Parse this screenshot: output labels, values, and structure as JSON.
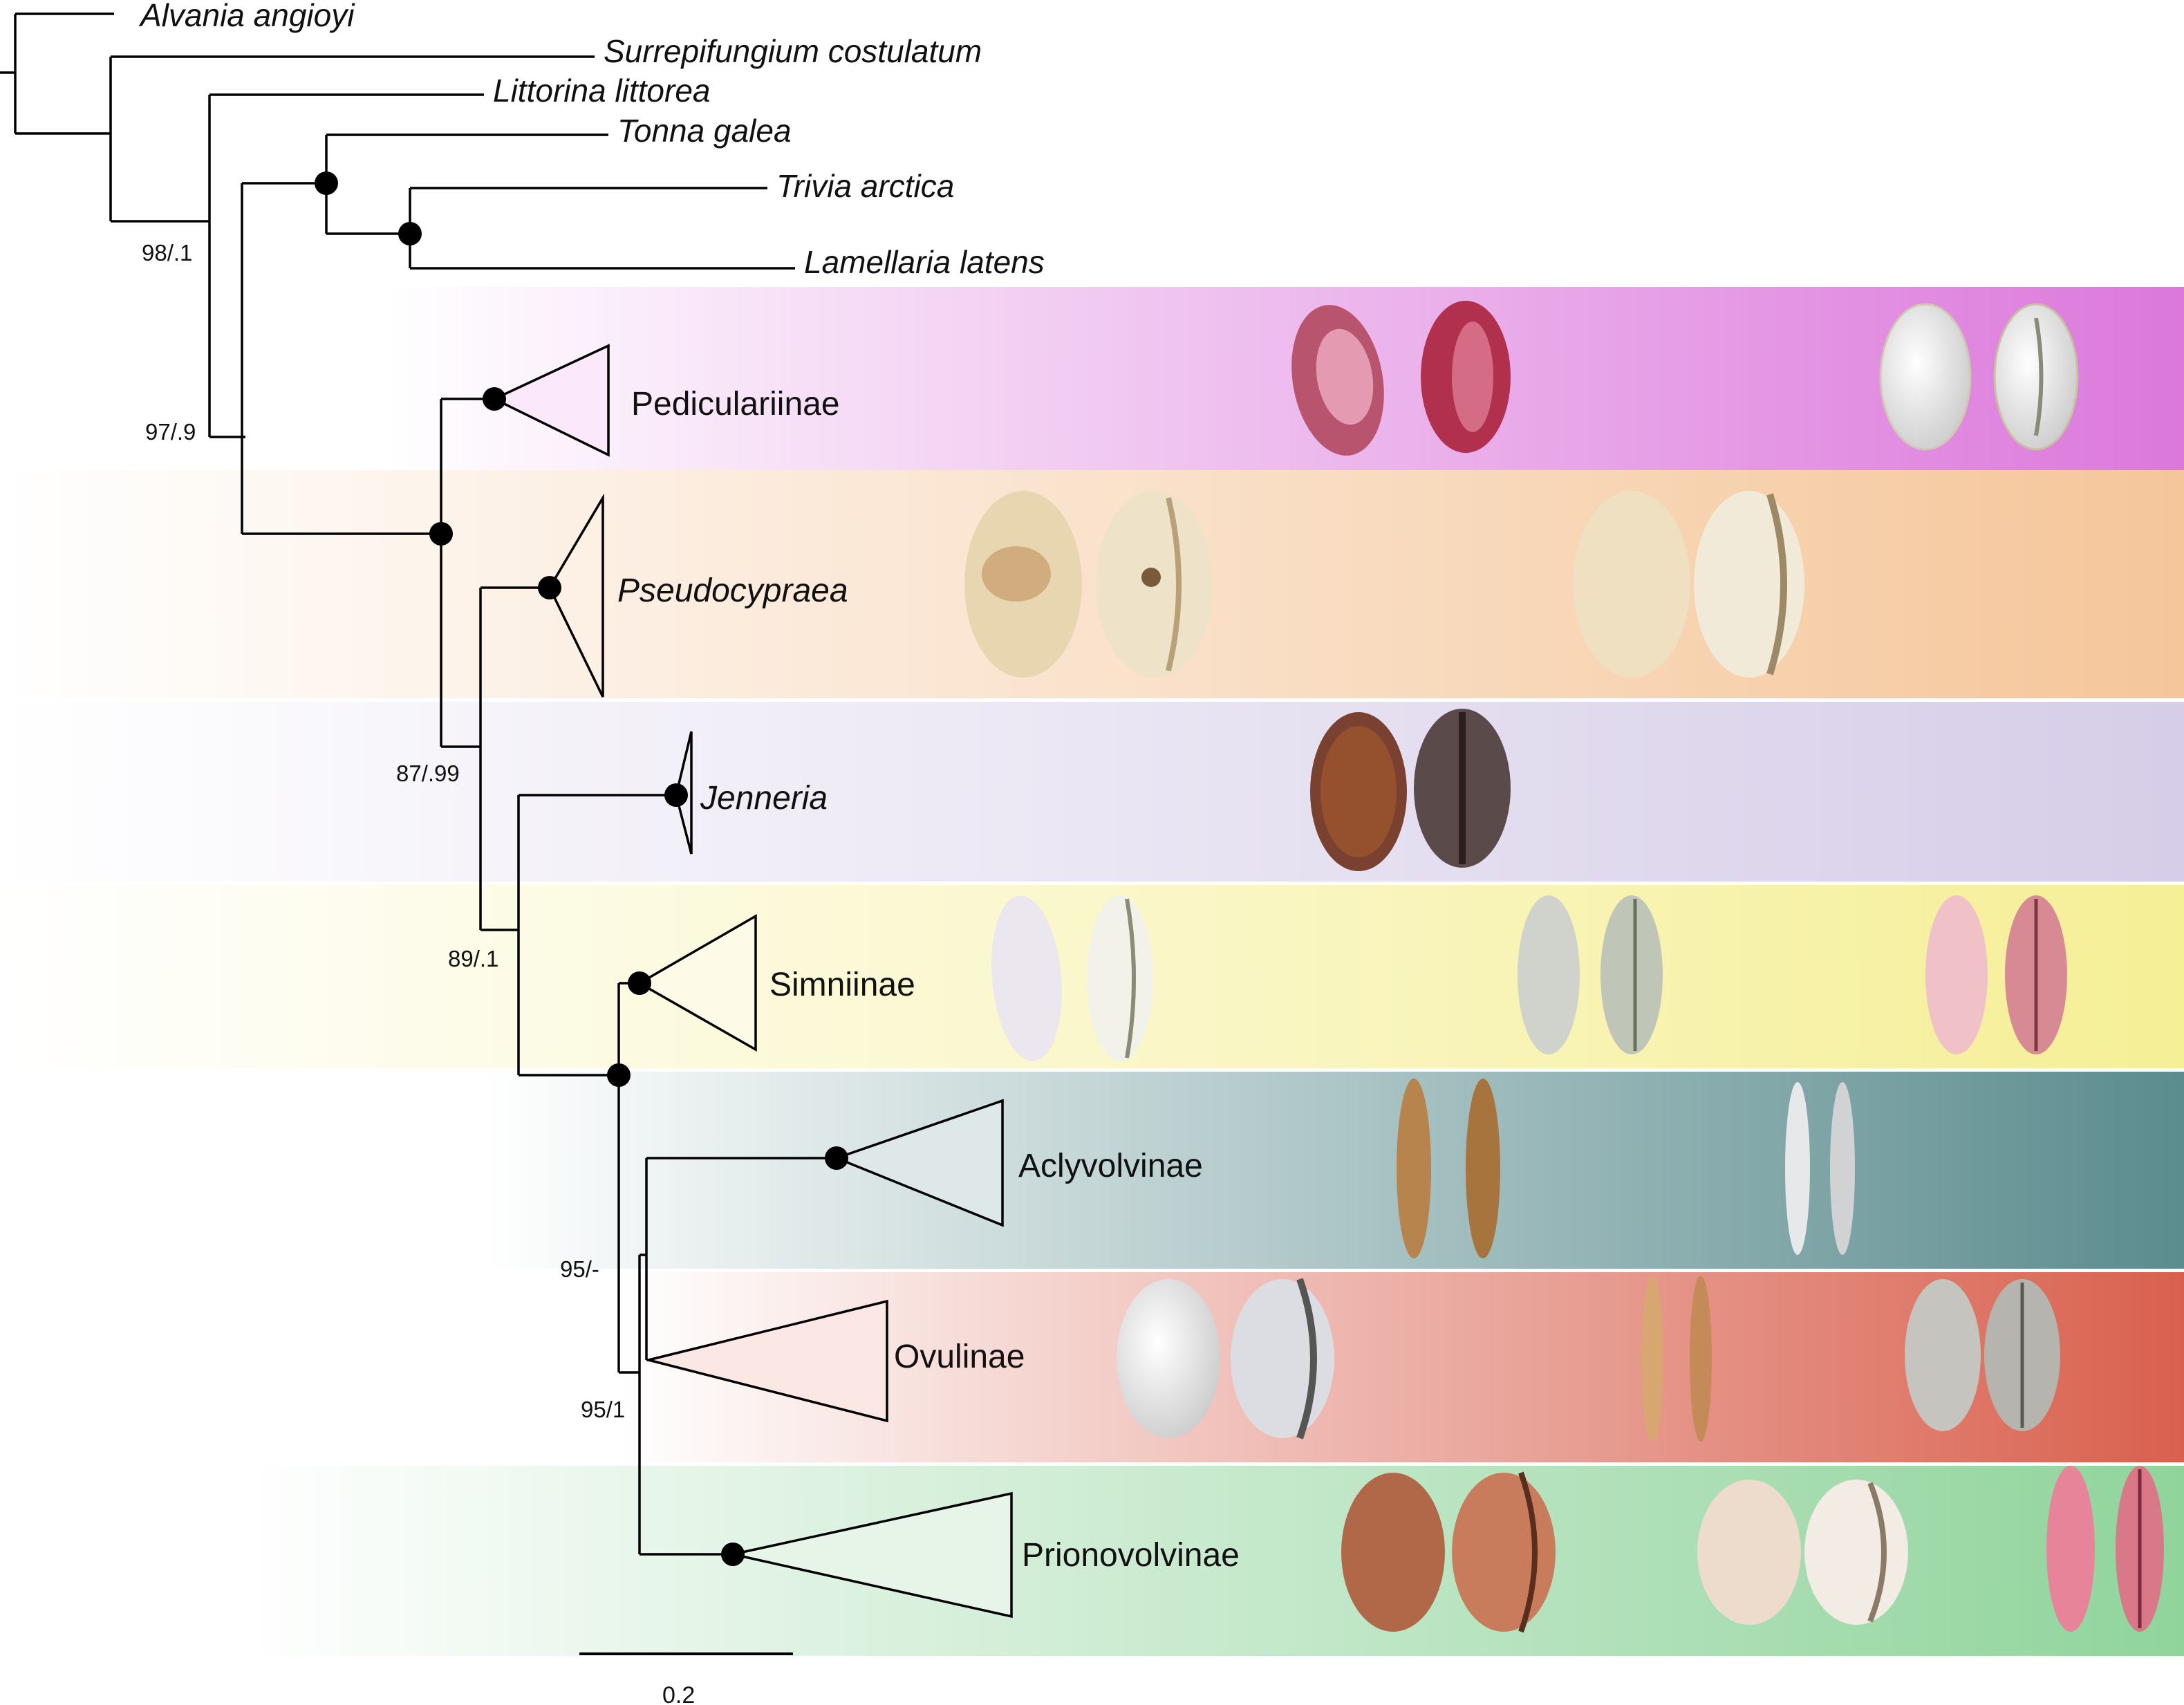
{
  "tree": {
    "taxa": [
      {
        "id": "alvania",
        "label": "Alvania angioyi"
      },
      {
        "id": "surrepifungium",
        "label": "Surrepifungium costulatum"
      },
      {
        "id": "littorina",
        "label": "Littorina littorea"
      },
      {
        "id": "tonna",
        "label": "Tonna galea"
      },
      {
        "id": "trivia",
        "label": "Trivia arctica"
      },
      {
        "id": "lamellaria",
        "label": "Lamellaria latens"
      }
    ],
    "clades": [
      {
        "id": "pedicularinae",
        "label": "Pediculariinae",
        "italic": false,
        "color": "#dc78dc"
      },
      {
        "id": "pseudocypraea",
        "label": "Pseudocypraea",
        "italic": true,
        "color": "#f5c69a"
      },
      {
        "id": "jenneria",
        "label": "Jenneria",
        "italic": true,
        "color": "#d6cde8"
      },
      {
        "id": "simniinae",
        "label": "Simniinae",
        "italic": false,
        "color": "#f5ef96"
      },
      {
        "id": "aclyvolvinae",
        "label": "Aclyvolvinae",
        "italic": false,
        "color": "#5b8c8e"
      },
      {
        "id": "ovulinae",
        "label": "Ovulinae",
        "italic": false,
        "color": "#d9604e"
      },
      {
        "id": "prionovolvinae",
        "label": "Prionovolvinae",
        "italic": false,
        "color": "#90d49c"
      }
    ],
    "support": {
      "s1": "98/.1",
      "s2": "97/.9",
      "s3": "87/.99",
      "s4": "89/.1",
      "s5": "95/-",
      "s6": "95/1"
    },
    "scale_bar": {
      "label": "0.2",
      "value": 0.2
    }
  }
}
